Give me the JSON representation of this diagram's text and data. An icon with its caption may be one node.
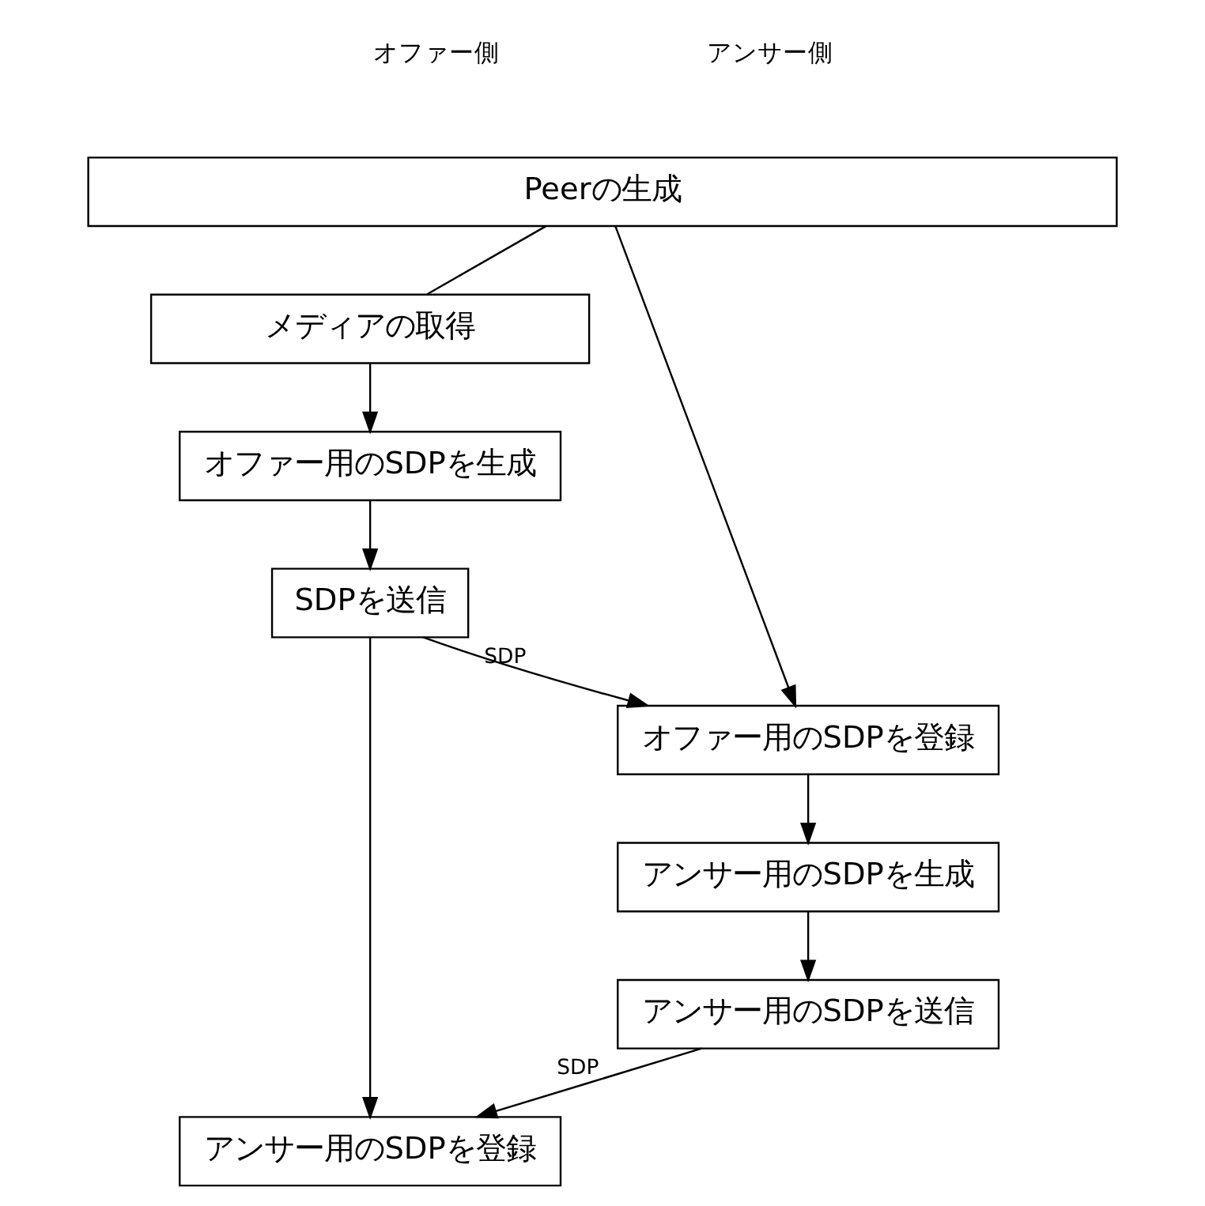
{
  "diagram": {
    "nodes": [
      {
        "text": [
          "Peerの生成"
        ]
      },
      {
        "text": [
          "メディアの取得"
        ]
      },
      {
        "text": [
          "オファー用のSDPを生成"
        ]
      },
      {
        "text": [
          "SDPを送信"
        ]
      },
      {
        "text": [
          "オファー用のSDPを登録"
        ]
      },
      {
        "text": [
          "アンサー用のSDPを生成"
        ]
      },
      {
        "text": [
          "アンサー用のSDPを送信"
        ]
      },
      {
        "text": [
          "アンサー用のSDPを登録"
        ]
      }
    ],
    "edges": [
      {
        "from": 0,
        "to": 1,
        "arrow": "none"
      },
      {
        "from": 1,
        "to": 2,
        "arrow": "to"
      },
      {
        "from": 0,
        "to": 4,
        "arrow": "to"
      },
      {
        "from": 2,
        "to": 3,
        "arrow": "to"
      },
      {
        "from": 3,
        "to": 4,
        "arrow": "to",
        "label": "SDP"
      },
      {
        "from": 3,
        "to": 7,
        "arrow": "to"
      },
      {
        "from": 4,
        "to": 5,
        "arrow": "to"
      },
      {
        "from": 5,
        "to": 6,
        "arrow": "to"
      },
      {
        "from": 6,
        "to": 7,
        "arrow": "to",
        "label": "SDP"
      }
    ],
    "labels": [
      "オファー側",
      "アンサー側"
    ]
  }
}
